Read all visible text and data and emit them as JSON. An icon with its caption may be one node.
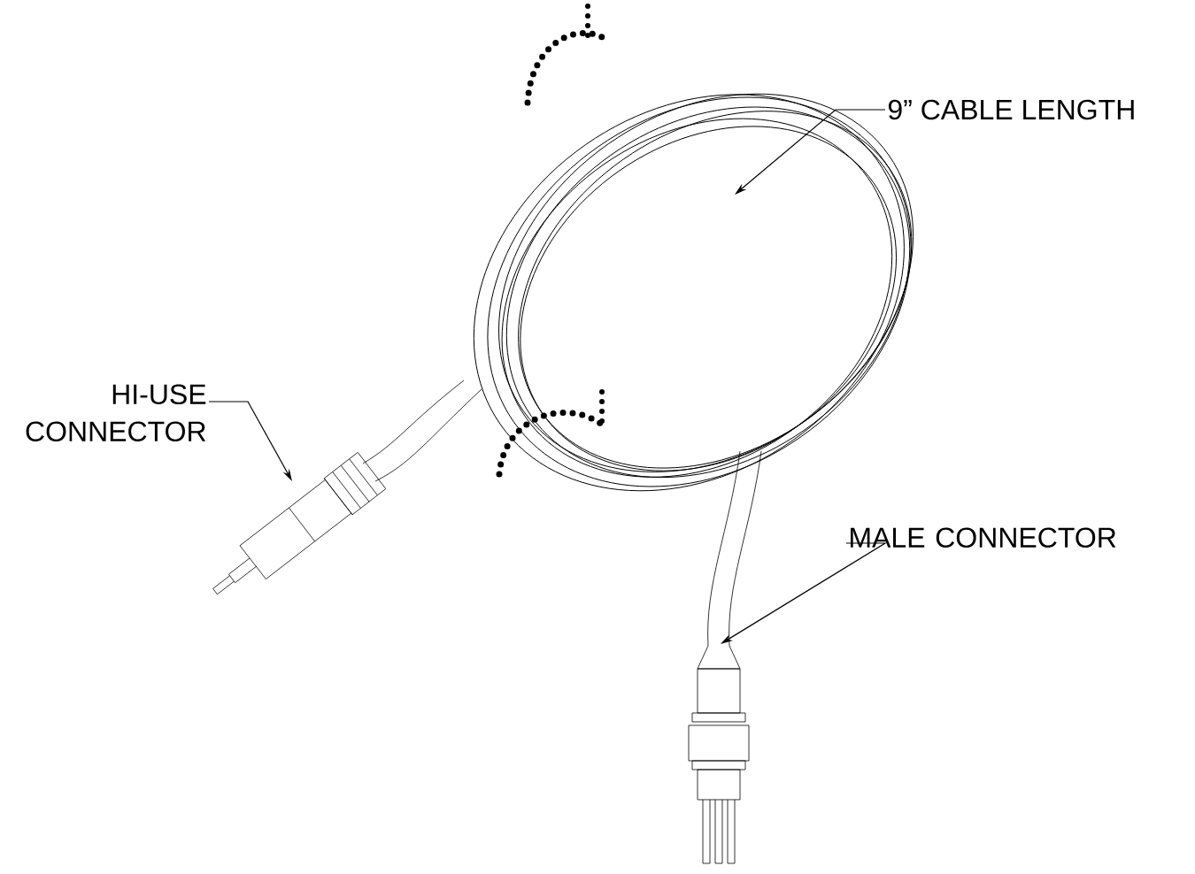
{
  "diagram": {
    "nodes": [
      {
        "text": [
          "HI-USE CONNECTOR"
        ]
      },
      {
        "text": [
          "9” CABLE LENGTH"
        ]
      },
      {
        "text": [
          "MALE CONNECTOR"
        ]
      }
    ],
    "edges": [
      {
        "from": 0,
        "to": null,
        "arrow": "to"
      },
      {
        "from": 1,
        "to": null,
        "arrow": "to"
      },
      {
        "from": 2,
        "to": null,
        "arrow": "to"
      }
    ]
  }
}
